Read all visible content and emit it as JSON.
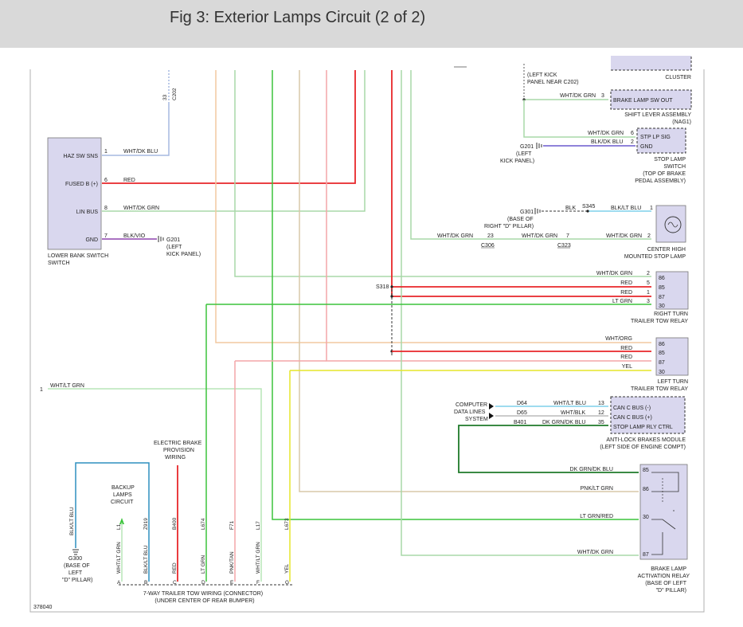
{
  "title": "Fig 3: Exterior Lamps Circuit (2 of 2)",
  "figure_number": "378040",
  "components": {
    "lower_bank_switch": {
      "name": "LOWER BANK SWITCH",
      "pins": [
        {
          "label": "HAZ SW SNS",
          "num": "1",
          "wire": "WHT/DK BLU"
        },
        {
          "label": "FUSED B (+)",
          "num": "6",
          "wire": "RED"
        },
        {
          "label": "LIN BUS",
          "num": "8",
          "wire": "WHT/DK GRN"
        },
        {
          "label": "GND",
          "num": "7",
          "wire": "BLK/VIO"
        }
      ],
      "ground": {
        "id": "G201",
        "location": [
          "(LEFT",
          "KICK PANEL)"
        ]
      }
    },
    "connector_top": {
      "pin": "33",
      "id": "C202"
    },
    "cluster": {
      "name": "CLUSTER",
      "note": [
        "(LEFT KICK",
        "PANEL NEAR C202)"
      ]
    },
    "shift_lever": {
      "name": [
        "SHIFT LEVER ASSEMBLY",
        "(NAG1)"
      ],
      "pin_label": "BRAKE LAMP SW OUT",
      "num": "3",
      "wire": "WHT/DK GRN"
    },
    "stop_lamp_switch": {
      "name": [
        "STOP LAMP",
        "SWITCH",
        "(TOP OF BRAKE",
        "PEDAL ASSEMBLY)"
      ],
      "pins": [
        {
          "label": "STP LP SIG",
          "num": "6",
          "wire": "WHT/DK GRN"
        },
        {
          "label": "GND",
          "num": "2",
          "wire": "BLK/DK BLU"
        }
      ],
      "ground": {
        "id": "G201",
        "location": [
          "(LEFT",
          "KICK PANEL)"
        ]
      }
    },
    "chmsl": {
      "name": [
        "CENTER HIGH",
        "MOUNTED STOP LAMP"
      ],
      "ground": {
        "id": "G301",
        "location": [
          "(BASE OF",
          "RIGHT \"D\" PILLAR)"
        ]
      },
      "splice": "S345",
      "wires": {
        "blk": "BLK",
        "blk_lt_blu": "BLK/LT BLU",
        "wht_dk_grn": "WHT/DK GRN"
      },
      "pins": [
        "1",
        "2"
      ],
      "connectors": [
        {
          "id": "C306",
          "pin": "23"
        },
        {
          "id": "C323",
          "pin": "7"
        }
      ]
    },
    "splice_s318": "S318",
    "right_turn_relay": {
      "name": [
        "RIGHT TURN",
        "TRAILER TOW RELAY"
      ],
      "rows": [
        {
          "wire": "WHT/DK GRN",
          "num": "2",
          "term": "86"
        },
        {
          "wire": "RED",
          "num": "5",
          "term": "85"
        },
        {
          "wire": "RED",
          "num": "1",
          "term": "87"
        },
        {
          "wire": "LT GRN",
          "num": "3",
          "term": "30"
        }
      ]
    },
    "left_turn_relay": {
      "name": [
        "LEFT TURN",
        "TRAILER TOW RELAY"
      ],
      "rows": [
        {
          "wire": "WHT/ORG",
          "term": "86"
        },
        {
          "wire": "RED",
          "term": "85"
        },
        {
          "wire": "RED",
          "term": "87"
        },
        {
          "wire": "YEL",
          "term": "30"
        }
      ]
    },
    "abs_module": {
      "name": [
        "ANTI-LOCK BRAKES MODULE",
        "(LEFT SIDE OF ENGINE COMPT)"
      ],
      "computer_label": [
        "COMPUTER",
        "DATA LINES",
        "SYSTEM"
      ],
      "rows": [
        {
          "circuit": "D64",
          "wire": "WHT/LT BLU",
          "num": "13",
          "label": "CAN C BUS (-)"
        },
        {
          "circuit": "D65",
          "wire": "WHT/BLK",
          "num": "12",
          "label": "CAN C BUS (+)"
        },
        {
          "circuit": "B401",
          "wire": "DK GRN/DK BLU",
          "num": "35",
          "label": "STOP LAMP RLY CTRL"
        }
      ]
    },
    "brake_lamp_relay": {
      "name": [
        "BRAKE LAMP",
        "ACTIVATION RELAY",
        "(BASE OF LEFT",
        "\"D\" PILLAR)"
      ],
      "rows": [
        {
          "wire": "DK GRN/DK BLU",
          "term": "85"
        },
        {
          "wire": "PNK/LT GRN",
          "term": "86"
        },
        {
          "wire": "LT GRN/RED",
          "term": "30"
        },
        {
          "wire": "WHT/DK GRN",
          "term": "87"
        }
      ]
    },
    "left_input": {
      "num": "1",
      "wire": "WHT/LT GRN"
    },
    "backup_lamps": [
      "BACKUP",
      "LAMPS",
      "CIRCUIT"
    ],
    "electric_brake": [
      "ELECTRIC BRAKE",
      "PROVISION",
      "WIRING"
    ],
    "g300": {
      "id": "G300",
      "wire": "BLK/LT BLU",
      "location": [
        "(BASE OF",
        "LEFT",
        "\"D\" PILLAR)"
      ]
    },
    "trailer_connector": {
      "name": [
        "7-WAY TRAILER TOW WIRING (CONNECTOR)",
        "(UNDER CENTER OF REAR BUMPER)"
      ],
      "pins": [
        {
          "pin": "A",
          "circuit": "L1",
          "wire": "WHT/LT GRN"
        },
        {
          "pin": "B",
          "circuit": "Z919",
          "wire": "BLK/LT BLU"
        },
        {
          "pin": "C",
          "circuit": "B400",
          "wire": "RED"
        },
        {
          "pin": "D",
          "circuit": "L674",
          "wire": "LT GRN"
        },
        {
          "pin": "E",
          "circuit": "F71",
          "wire": "PNK/TAN"
        },
        {
          "pin": "F",
          "circuit": "L17",
          "wire": "WHT/LT GRN"
        },
        {
          "pin": "G",
          "circuit": "L673",
          "wire": "YEL"
        }
      ]
    }
  },
  "colors": {
    "red": "#e8262a",
    "green": "#3cc43c",
    "dark_green": "#1f7a2a",
    "wht_dk_grn": "#a8d8a8",
    "wht_lt_grn": "#b7e6b7",
    "wht_org": "#f2c9a0",
    "pnk": "#f4a6a8",
    "yel": "#e6e62a",
    "blue": "#2f8fbf",
    "lt_blue": "#7fd0ea",
    "purple": "#8e44ad",
    "wht_dk_blu": "#a6b8e0",
    "box_fill": "#d9d7ee"
  }
}
